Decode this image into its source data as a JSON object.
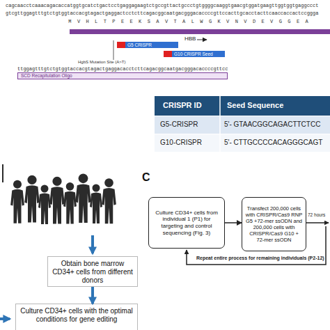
{
  "diagram": {
    "nodes": [
      {
        "text": [
          "HBB"
        ]
      },
      {
        "text": [
          "G5 CRISPR"
        ]
      },
      {
        "text": [
          "G10 CRISPR Seed"
        ]
      },
      {
        "text": [
          "SCD Recapitulation Oligo"
        ]
      },
      {
        "text": [
          "Obtain bone marrow CD34+ cells from different donors"
        ]
      },
      {
        "text": [
          "Culture CD34+ cells with the optimal conditions for gene editing"
        ]
      },
      {
        "text": [
          "Culture CD34+ cells from individual 1 (P1) for targeting and control sequencing (Fig. 3)"
        ]
      },
      {
        "text": [
          "Transfect 200,000 cells with CRISPR/Cas9 RNP G5 +72-mer ssODN and 200,000 cells with CRISPR/Cas9 G10 + 72-mer ssODN"
        ]
      }
    ],
    "edges": [
      {
        "from": 4,
        "to": 5,
        "arrow": "to"
      },
      {
        "from": 6,
        "to": 7,
        "arrow": "to"
      }
    ],
    "labels": [
      "cagcaacctcaaacagacaccatggtgcatctgactcctgaggagaagtctgccgttactgccctgtggggcaaggtgaacgtggatgaagttggtggtgaggccct",
      "gtcgttggagtttgtctgtggtaccacgtagactgaggactcctcttcagacggcaatgacgggacaccccgttccacttgcacctacttcaaccaccactccggga",
      "MVHLTPEEKSAVTALWGKVNVDEVGGEA",
      "HgbS Mutation Site (A>T)",
      "ttggagtttgtctgtggtaccacgtagactgaggacacctcttcagacggcaatgacgggacaccccgttcc",
      "CRISPR ID",
      "Seed Sequence",
      "G5-CRISPR",
      "5'- GTAACGGCAGACTTCTCC",
      "G10-CRISPR",
      "5'- CTTGCCCCACAGGGCAGT",
      "C",
      "72 hours",
      "Repeat entire process for remaining individuals (P2-12)"
    ]
  }
}
